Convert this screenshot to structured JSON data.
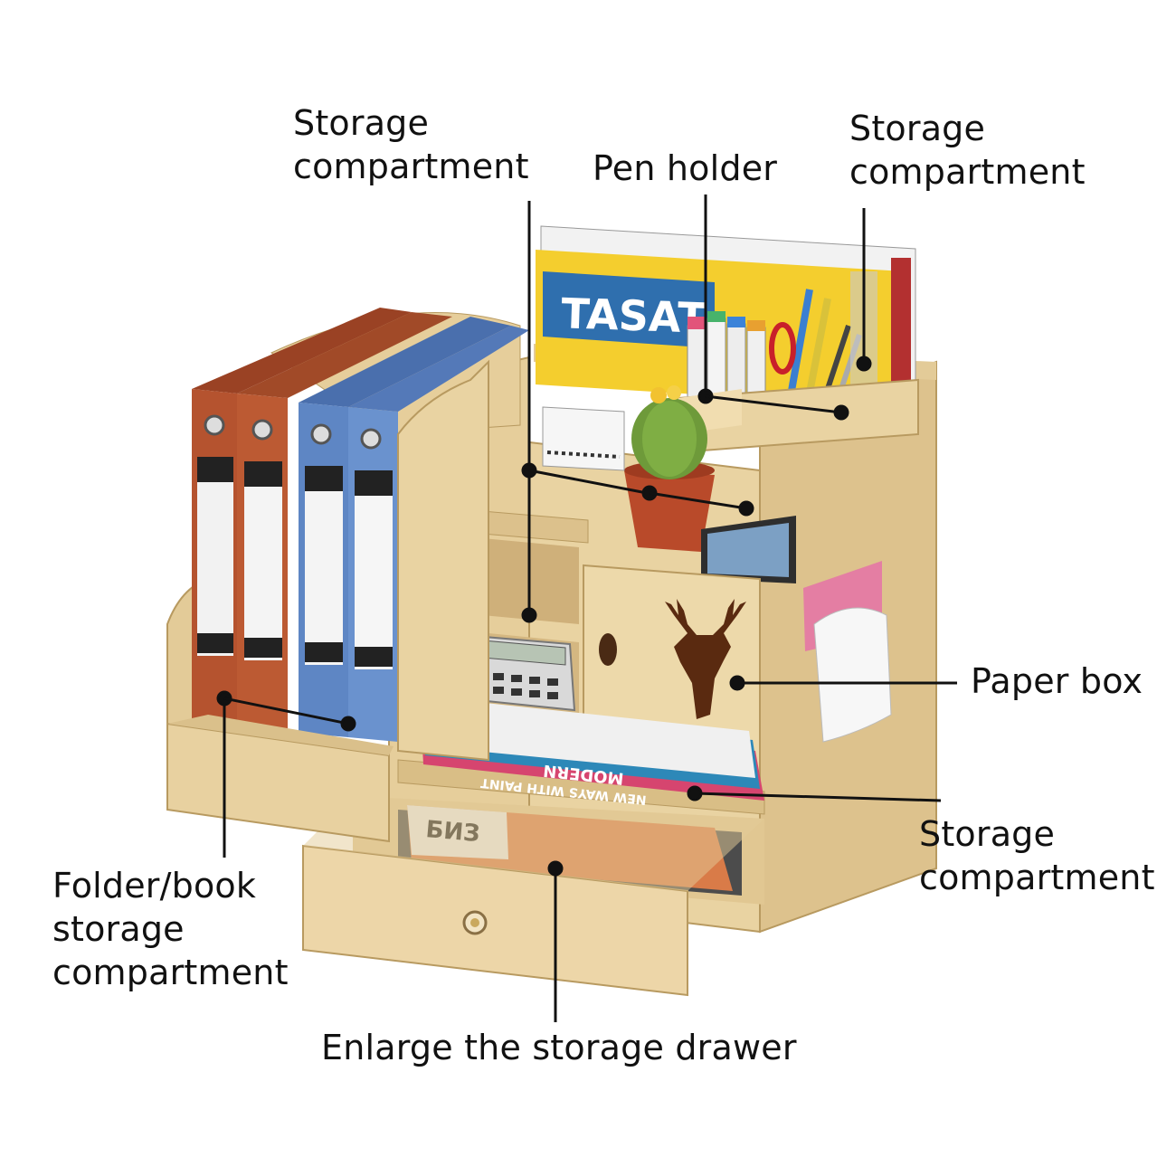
{
  "labels": {
    "storage_top_left": [
      "Storage",
      "compartment"
    ],
    "pen_holder": [
      "Pen holder"
    ],
    "storage_top_right": [
      "Storage",
      "compartment"
    ],
    "paper_box": [
      "Paper box"
    ],
    "storage_right": [
      "Storage",
      "compartment"
    ],
    "folder_book": [
      "Folder/book",
      "storage",
      "compartment"
    ],
    "drawer": [
      "Enlarge the storage drawer"
    ]
  },
  "product_text": {
    "magazine_title": "TASAT",
    "book_spine": "MODERN",
    "book_spine_2": "NEW WAYS WITH PAINT",
    "drawer_book": "БИЗ"
  },
  "colors": {
    "wood": "#EBD5A6",
    "wood_shade": "#D9BE86",
    "wood_dark": "#B89A60",
    "binder_red": "#B5532F",
    "binder_blue": "#5E86C4",
    "leader_line": "#111111",
    "text": "#111111"
  }
}
